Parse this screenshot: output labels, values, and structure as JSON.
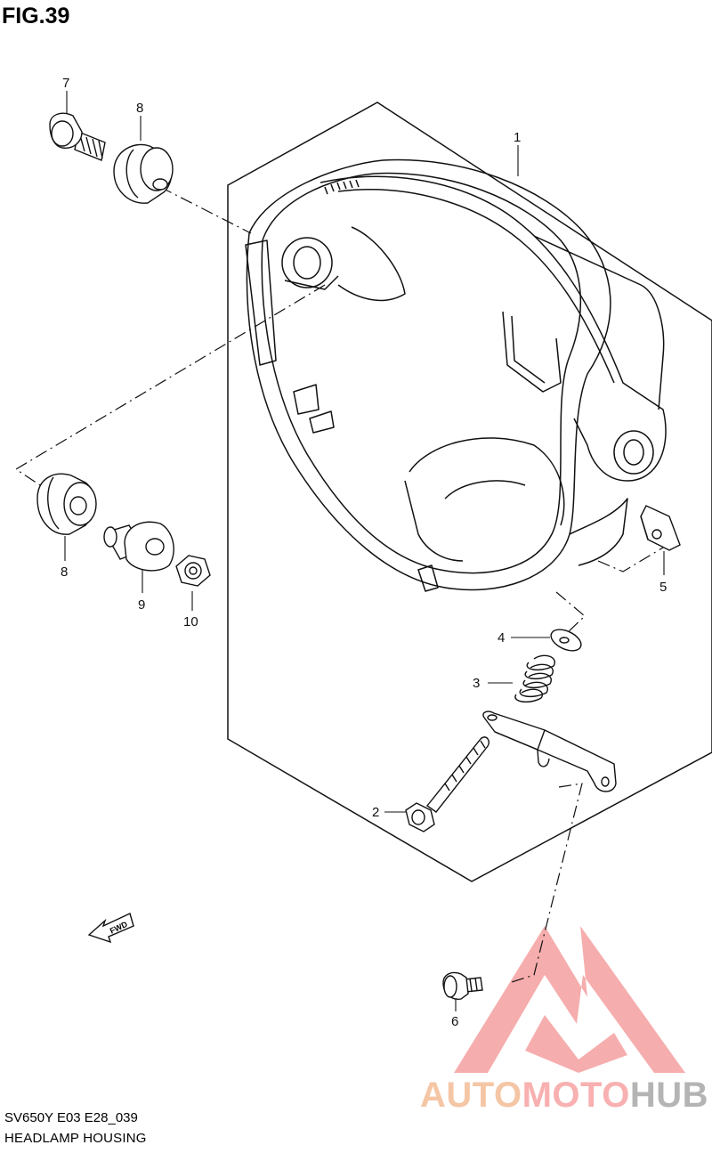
{
  "figure": {
    "title": "FIG.39"
  },
  "callouts": [
    "1",
    "2",
    "3",
    "4",
    "5",
    "6",
    "7",
    "8",
    "8",
    "9",
    "10"
  ],
  "footer": {
    "model_code": "SV650Y E03 E28_039",
    "section_name": "HEADLAMP HOUSING"
  },
  "forward_marker": {
    "text": "FWD",
    "icon": "fwd-arrow-icon"
  },
  "watermark": {
    "part1": "AUTO",
    "part2": "MOTO",
    "part3": "HUB",
    "colors": {
      "auto": "#f5c6a5",
      "moto": "#f8b0b0",
      "hub": "#b4b4b4",
      "logo": "#f39a9a"
    }
  }
}
